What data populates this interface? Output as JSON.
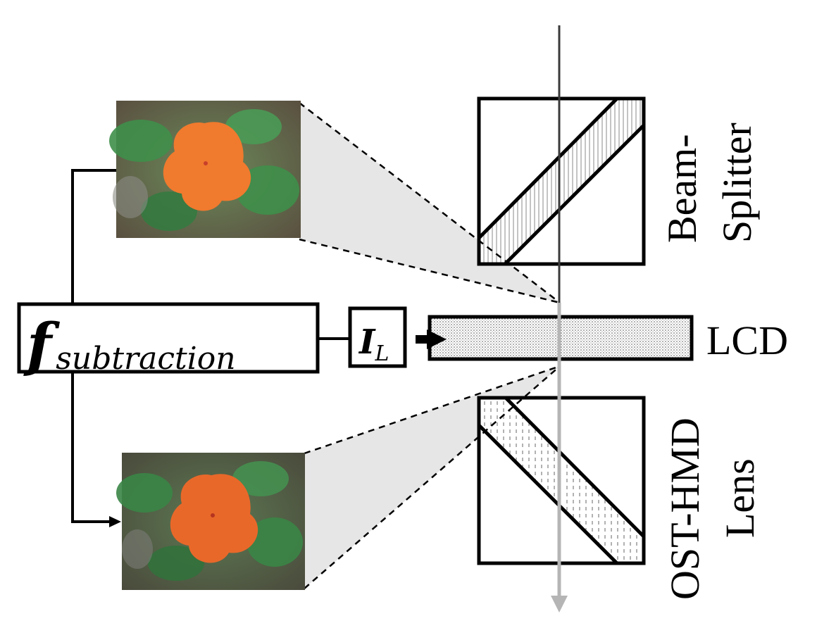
{
  "labels": {
    "beam_splitter_line1": "Beam-",
    "beam_splitter_line2": "Splitter",
    "lcd": "LCD",
    "ost_hmd": "OST-HMD",
    "lens": "Lens",
    "f_main": "f",
    "f_sub": "subtraction",
    "il_main": "I",
    "il_sub": "L"
  },
  "colors": {
    "stroke": "#000000",
    "light_ray": "#b5b5b5",
    "projection_fill": "#e6e6e6",
    "flower": "#f07a2e",
    "leaves": "#3f8f4a"
  }
}
